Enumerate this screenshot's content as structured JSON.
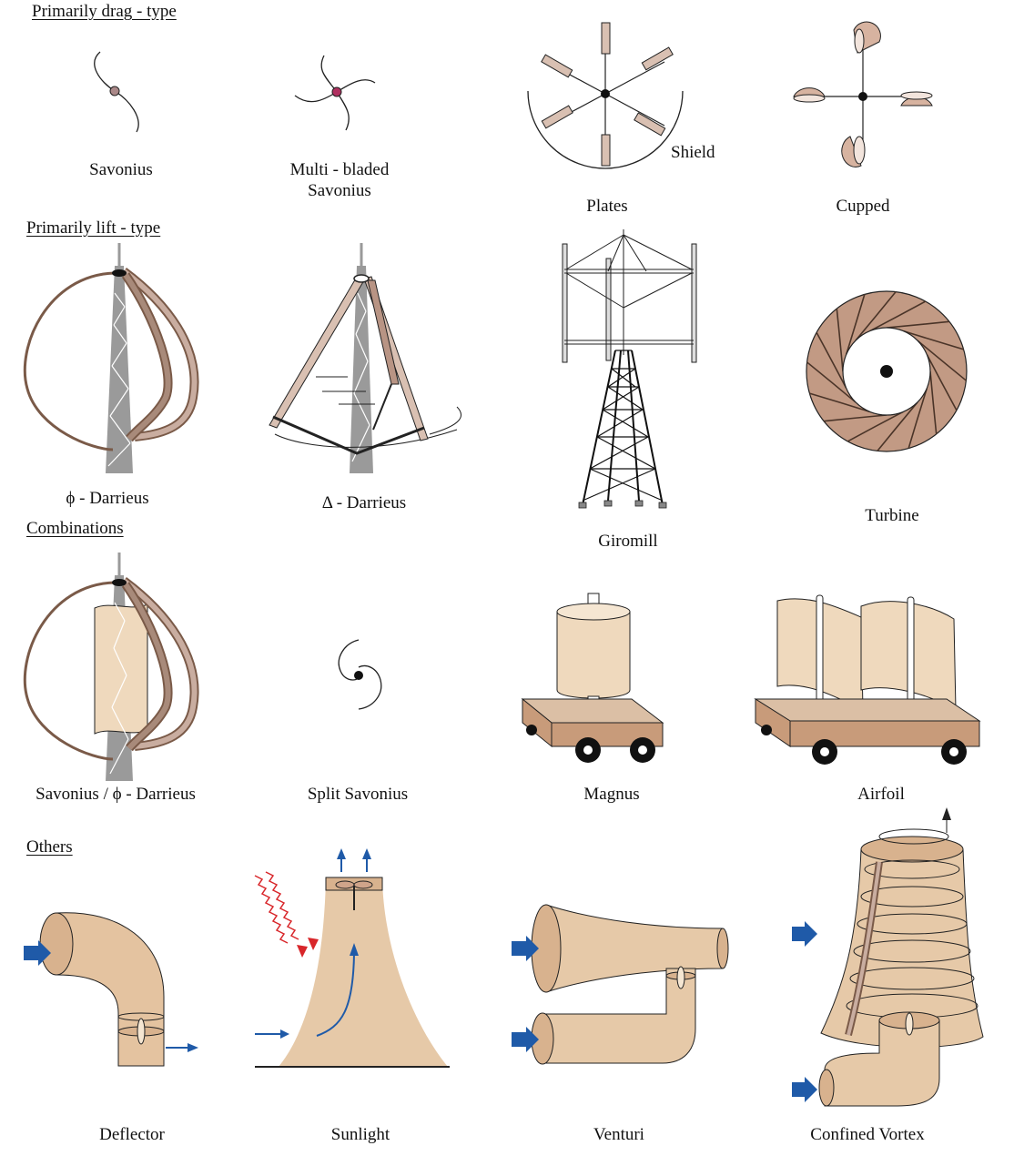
{
  "sections": {
    "drag": "Primarily drag - type",
    "lift": "Primarily lift - type",
    "combinations": "Combinations",
    "others": "Others"
  },
  "labels": {
    "savonius": "Savonius",
    "multi_bladed_1": "Multi - bladed",
    "multi_bladed_2": "Savonius",
    "plates": "Plates",
    "shield": "Shield",
    "cupped": "Cupped",
    "phi_darrieus": "ϕ - Darrieus",
    "delta_darrieus": "Δ - Darrieus",
    "giromill": "Giromill",
    "turbine": "Turbine",
    "savonius_phi_darrieus": "Savonius / ϕ - Darrieus",
    "split_savonius": "Split Savonius",
    "magnus": "Magnus",
    "airfoil": "Airfoil",
    "deflector": "Deflector",
    "sunlight": "Sunlight",
    "venturi": "Venturi",
    "confined_vortex": "Confined Vortex"
  },
  "colors": {
    "tower_gray": "#9a9a9a",
    "blade_brown": "#7a5a48",
    "tan": "#e6c9a8",
    "wood": "#c89b7a",
    "flow_blue": "#1f5aa8",
    "sun_red": "#d8262a"
  }
}
